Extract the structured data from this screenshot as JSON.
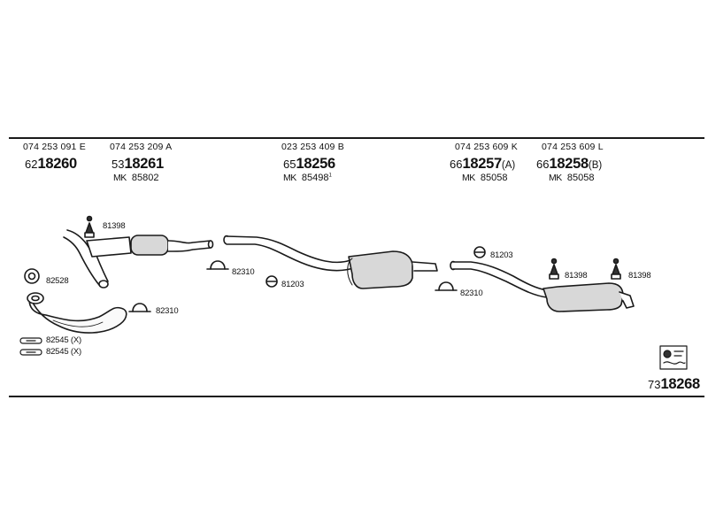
{
  "parts": [
    {
      "oe": "074 253 091 E",
      "prefix": "62",
      "number": "18260",
      "suffix": "",
      "mk_label": "",
      "mk_num": "",
      "mk_sup": ""
    },
    {
      "oe": "074 253 209 A",
      "prefix": "53",
      "number": "18261",
      "suffix": "",
      "mk_label": "MK",
      "mk_num": "85802",
      "mk_sup": ""
    },
    {
      "oe": "023 253 409 B",
      "prefix": "65",
      "number": "18256",
      "suffix": "",
      "mk_label": "MK",
      "mk_num": "85498",
      "mk_sup": "1"
    },
    {
      "oe": "074 253 609 K",
      "prefix": "66",
      "number": "18257",
      "suffix": "(A)",
      "mk_label": "MK",
      "mk_num": "85058",
      "mk_sup": ""
    },
    {
      "oe": "074 253 609 L",
      "prefix": "66",
      "number": "18258",
      "suffix": "(B)",
      "mk_label": "MK",
      "mk_num": "85058",
      "mk_sup": ""
    }
  ],
  "labels": {
    "hanger_1": "81398",
    "hanger_2": "81398",
    "hanger_3": "81398",
    "clamp_1": "82310",
    "clamp_2": "82310",
    "clamp_3": "82310",
    "ring_1": "81203",
    "ring_2": "81203",
    "gasket": "82528",
    "fitting_1": "82545 (X)",
    "fitting_2": "82545 (X)"
  },
  "kit": {
    "prefix": "73",
    "number": "18268"
  },
  "colors": {
    "line": "#1a1a1a",
    "part_fill": "#d8d8d8"
  }
}
